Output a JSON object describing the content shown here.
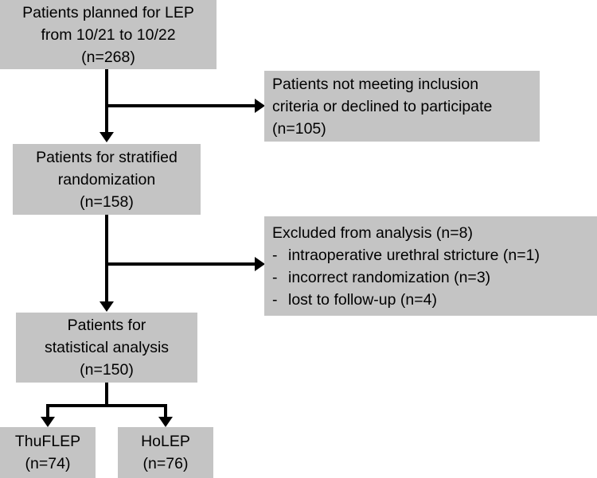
{
  "diagram": {
    "title": "CONSORT-style patient flow diagram",
    "box_fill": "#c4c4c4",
    "line_color": "#000000",
    "background": "#ffffff",
    "nodes": {
      "enrollment": {
        "line1": "Patients planned for LEP",
        "line2": "from 10/21 to 10/22",
        "line3": "(n=268)",
        "count": 268
      },
      "excluded_enrollment": {
        "line1": "Patients not meeting inclusion",
        "line2": "criteria or declined to participate",
        "line3": "(n=105)",
        "count": 105
      },
      "randomization": {
        "line1": "Patients for stratified",
        "line2": "randomization",
        "line3": "(n=158)",
        "count": 158
      },
      "excluded_analysis": {
        "header": "Excluded from analysis (n=8)",
        "count": 8,
        "dash": "-",
        "items": [
          "intraoperative urethral stricture (n=1)",
          "incorrect randomization (n=3)",
          "lost to follow-up (n=4)"
        ]
      },
      "analysis": {
        "line1": "Patients for",
        "line2": "statistical analysis",
        "line3": "(n=150)",
        "count": 150
      },
      "arm_left": {
        "line1": "ThuFLEP",
        "line2": "(n=74)",
        "count": 74
      },
      "arm_right": {
        "line1": "HoLEP",
        "line2": "(n=76)",
        "count": 76
      }
    }
  }
}
